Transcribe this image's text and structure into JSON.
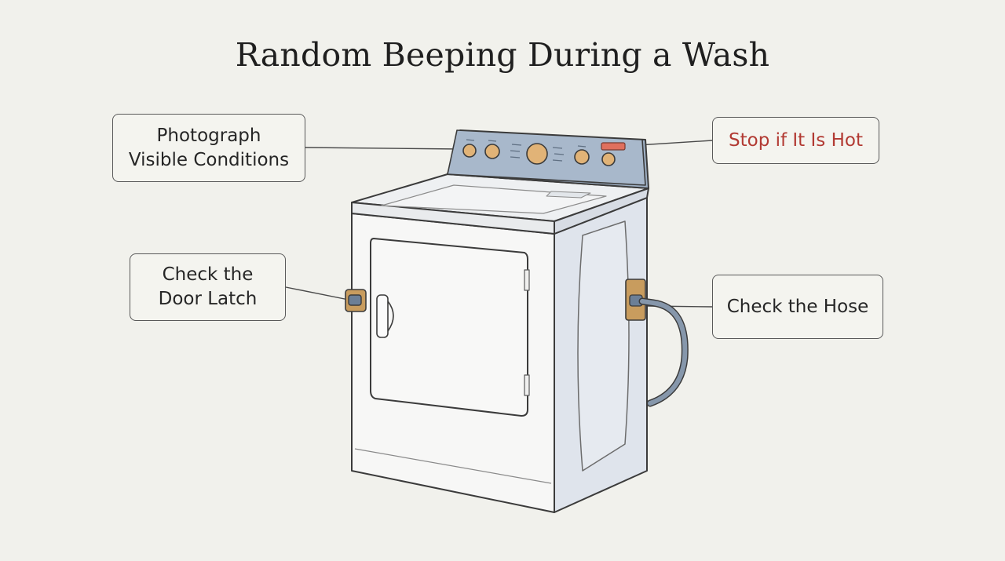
{
  "title": "Random Beeping During a Wash",
  "callouts": {
    "photograph": {
      "line1": "Photograph",
      "line2": "Visible Conditions"
    },
    "hot": {
      "label": "Stop if It Is Hot"
    },
    "latch": {
      "line1": "Check the",
      "line2": "Door Latch"
    },
    "hose": {
      "label": "Check the Hose"
    }
  },
  "colors": {
    "background": "#f1f1ec",
    "panel": "#9fb0c4",
    "knob": "#e1b377",
    "indicator": "#e0705e",
    "warning_text": "#b23a33",
    "latch": "#c89c5e"
  }
}
